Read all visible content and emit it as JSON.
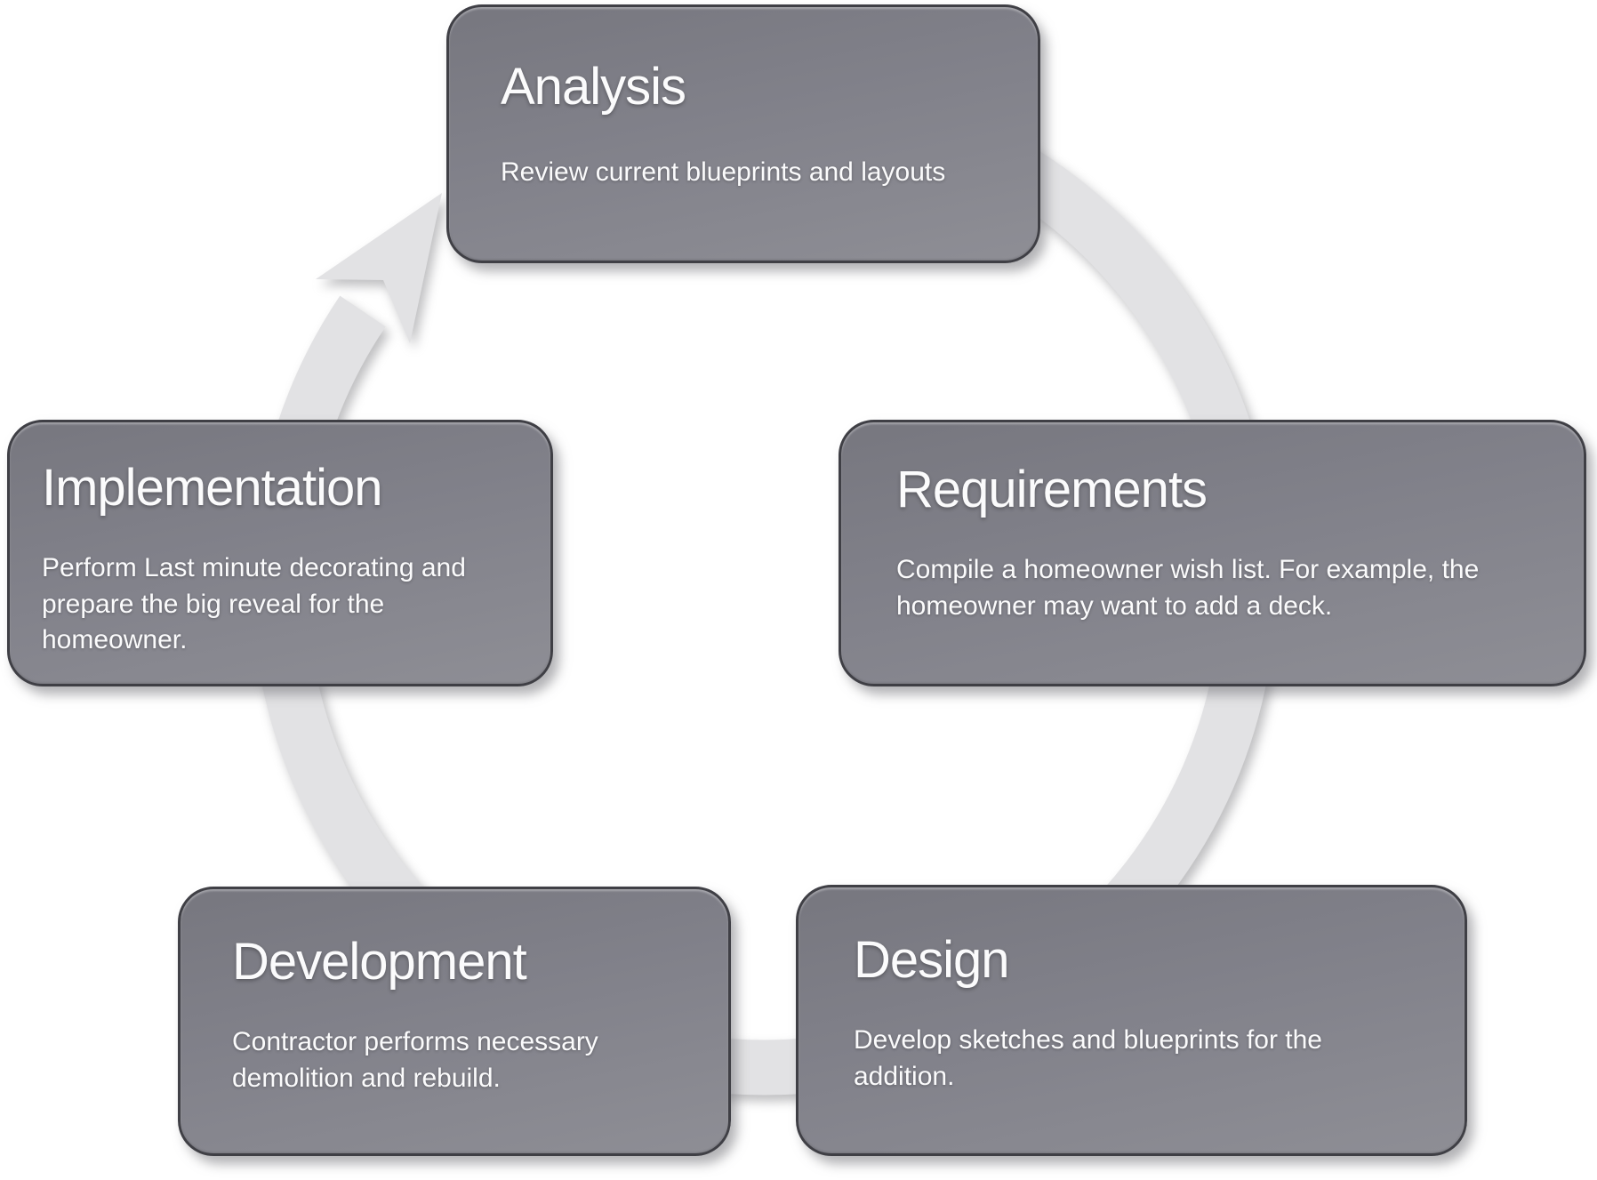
{
  "diagram": {
    "name": "home-remodel-lifecycle",
    "type": "cycle",
    "direction": "clockwise",
    "ring_color": "#e2e2e4",
    "box_fill_color": "#82828a",
    "box_border_color": "#3f3f45",
    "text_color": "#ffffff",
    "steps": [
      {
        "id": "analysis",
        "title": "Analysis",
        "description": "Review current blueprints and layouts"
      },
      {
        "id": "requirements",
        "title": "Requirements",
        "description": "Compile a homeowner wish list.  For example, the homeowner may want to add a deck."
      },
      {
        "id": "design",
        "title": "Design",
        "description": "Develop sketches and blueprints for the addition."
      },
      {
        "id": "development",
        "title": "Development",
        "description": "Contractor performs necessary demolition and rebuild."
      },
      {
        "id": "implementation",
        "title": "Implementation",
        "description": "Perform Last minute decorating and prepare the big reveal for the homeowner."
      }
    ]
  }
}
